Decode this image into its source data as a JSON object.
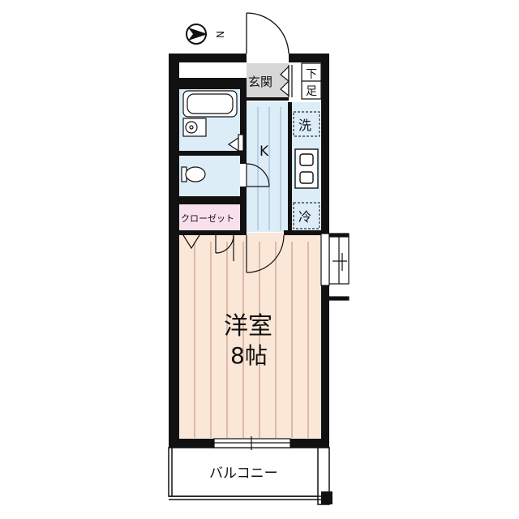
{
  "compass": {
    "north_label": "N"
  },
  "rooms": {
    "entrance": "玄関",
    "shoe_box_top": "下",
    "shoe_box_bottom": "足",
    "washer": "洗",
    "kitchen": "K",
    "fridge": "冷",
    "closet": "クローゼット",
    "western_room": "洋室",
    "western_room_size": "8帖",
    "balcony": "バルコニー"
  },
  "colors": {
    "wall": "#111111",
    "wet_area": "#dcedf8",
    "closet_fill": "#f9e1ec",
    "western_room_fill": "#fbe7d8",
    "entrance_fill": "#d7d7d7",
    "floor_lines": "#c9a48c"
  }
}
